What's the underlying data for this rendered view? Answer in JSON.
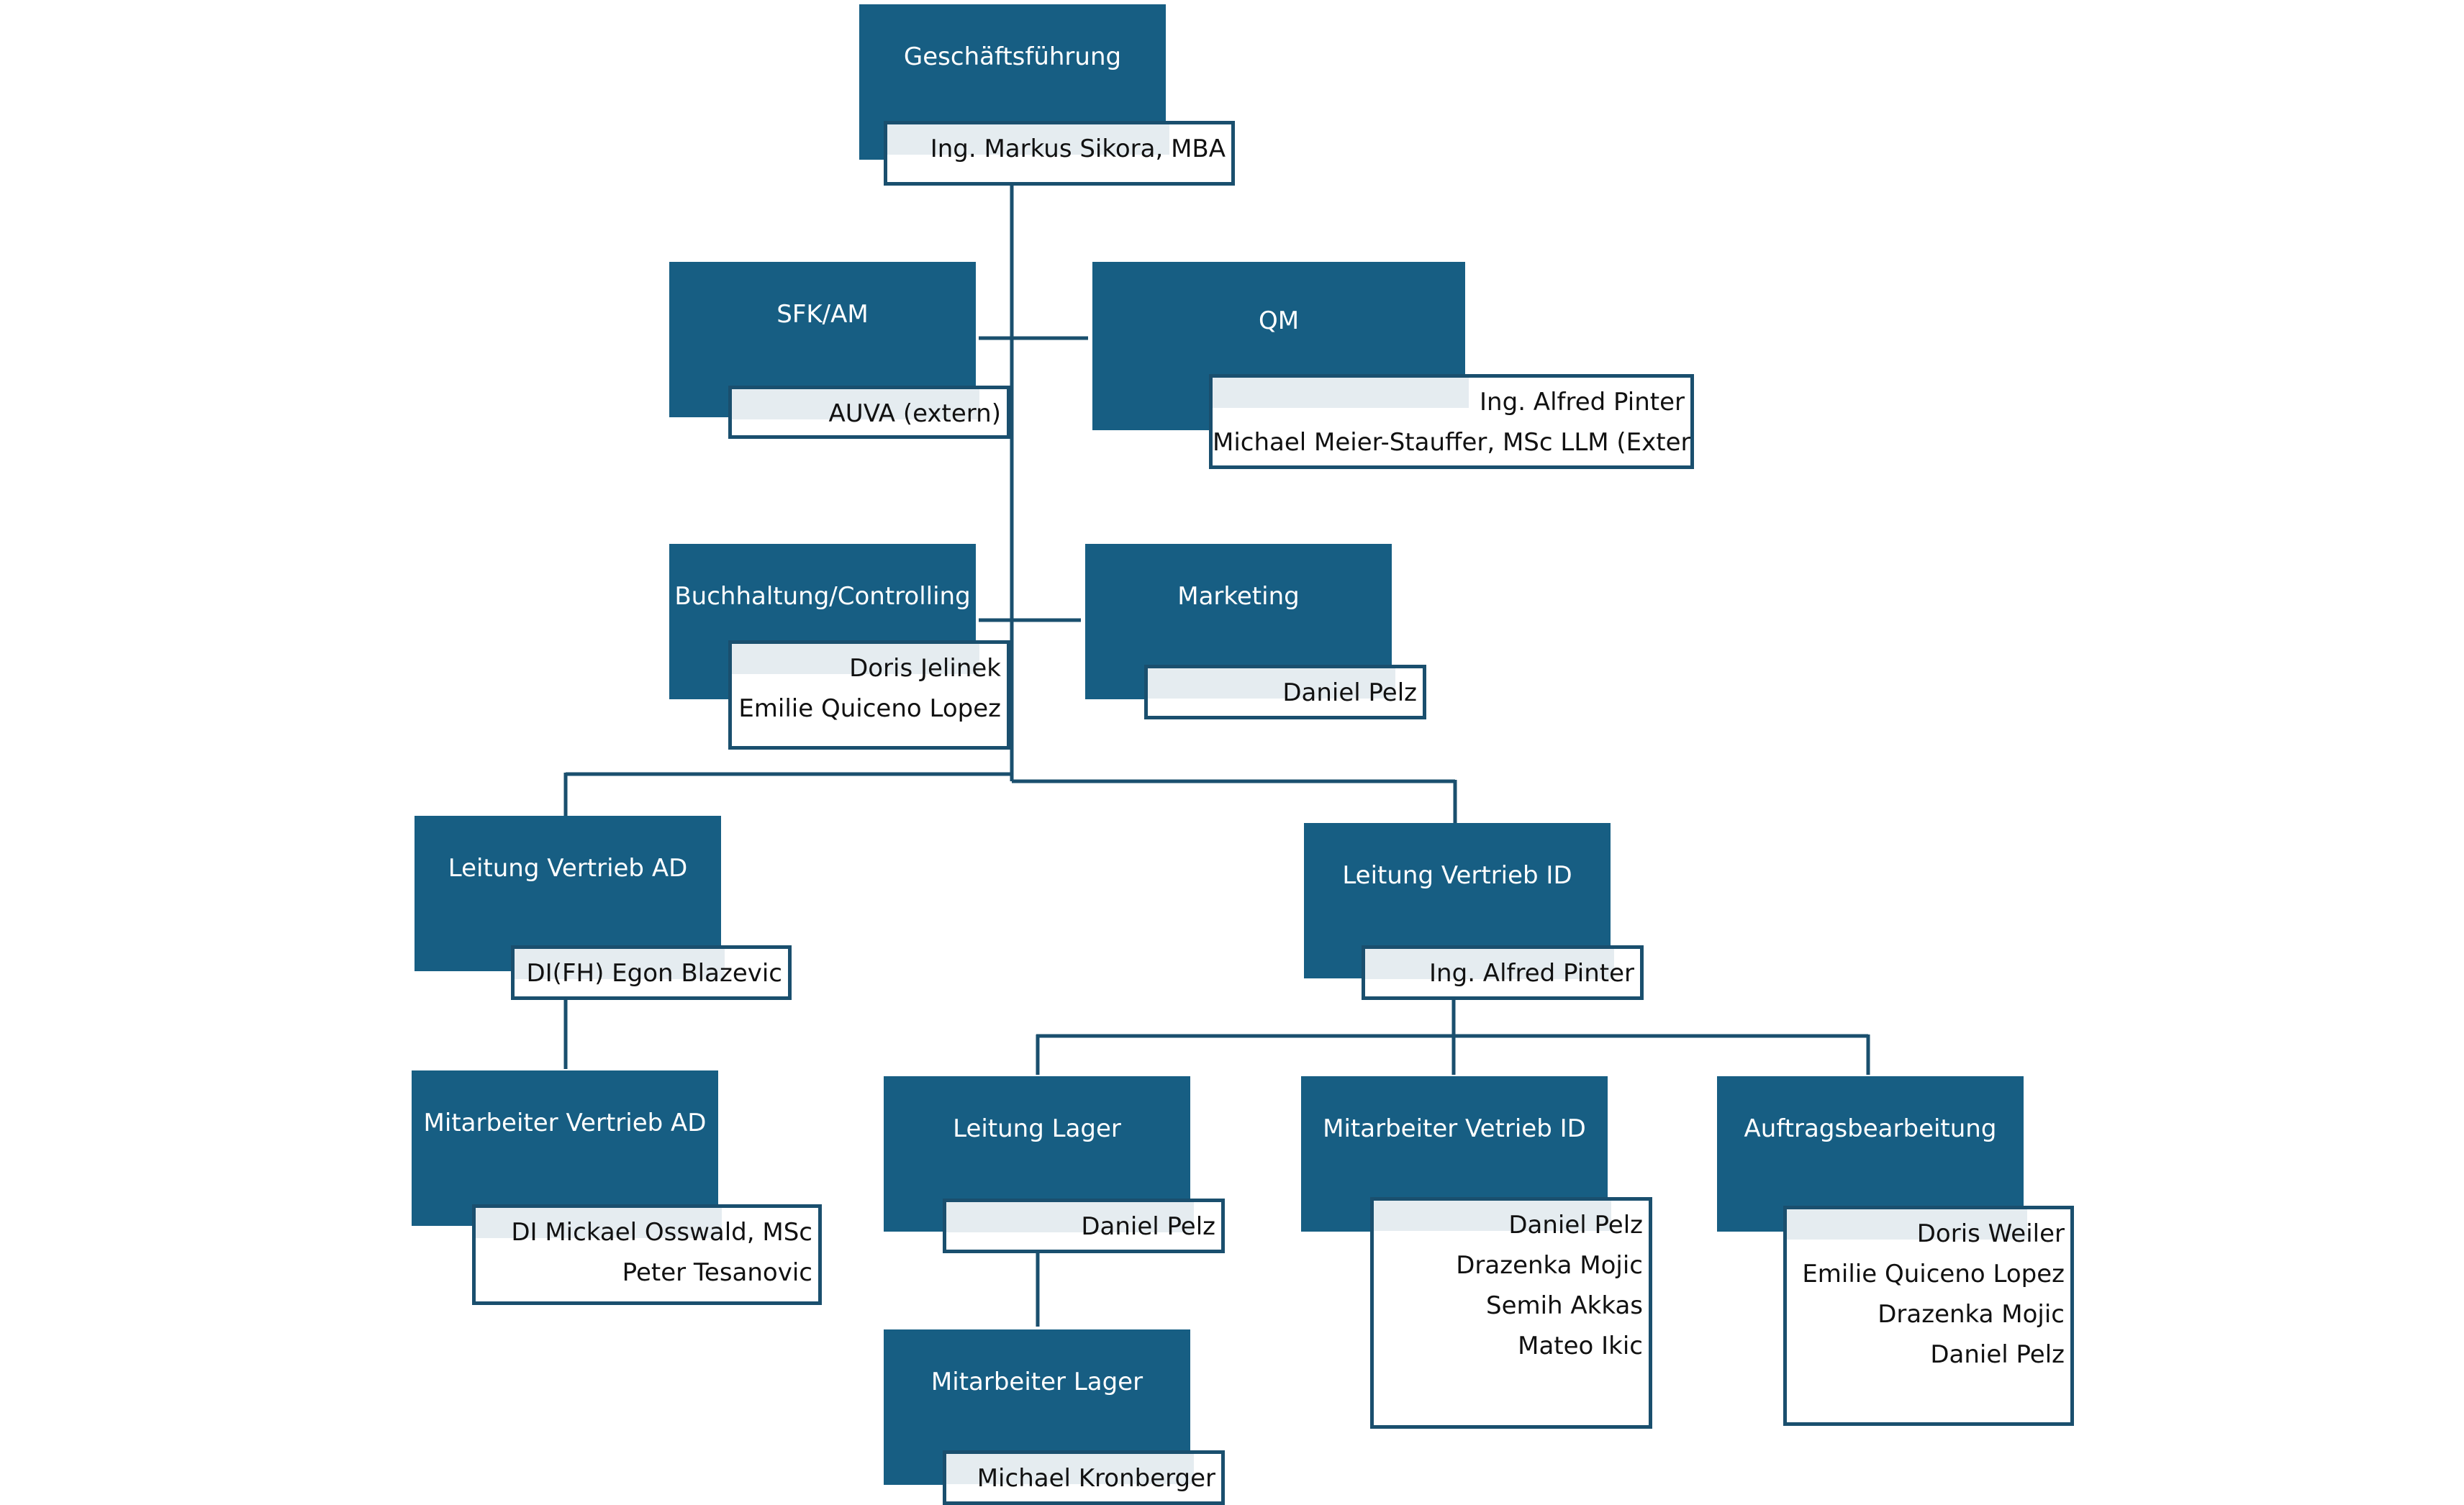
{
  "nodes": {
    "gf": {
      "title": "Geschäftsführung",
      "people": [
        "Ing. Markus Sikora, MBA"
      ]
    },
    "sfk": {
      "title": "SFK/AM",
      "people": [
        "AUVA (extern)"
      ]
    },
    "qm": {
      "title": "QM",
      "people": [
        "Ing. Alfred Pinter",
        "Michael Meier-Stauffer, MSc LLM (Extern)"
      ]
    },
    "bhc": {
      "title": "Buchhaltung/Controlling",
      "people": [
        "Doris Jelinek",
        "Emilie Quiceno Lopez"
      ]
    },
    "mkt": {
      "title": "Marketing",
      "people": [
        "Daniel Pelz"
      ]
    },
    "lad": {
      "title": "Leitung Vertrieb AD",
      "people": [
        "DI(FH) Egon Blazevic"
      ]
    },
    "lid": {
      "title": "Leitung Vertrieb ID",
      "people": [
        "Ing. Alfred Pinter"
      ]
    },
    "mad": {
      "title": "Mitarbeiter Vertrieb AD",
      "people": [
        "DI Mickael Osswald, MSc",
        "Peter Tesanovic"
      ]
    },
    "ll": {
      "title": "Leitung Lager",
      "people": [
        "Daniel Pelz"
      ]
    },
    "mid": {
      "title": "Mitarbeiter Vetrieb ID",
      "people": [
        "Daniel Pelz",
        "Drazenka Mojic",
        "Semih Akkas",
        "Mateo Ikic"
      ]
    },
    "ab": {
      "title": "Auftragsbearbeitung",
      "people": [
        "Doris Weiler",
        "Emilie Quiceno Lopez",
        "Drazenka Mojic",
        "Daniel Pelz"
      ]
    },
    "ml": {
      "title": "Mitarbeiter Lager",
      "people": [
        "Michael Kronberger"
      ]
    }
  },
  "colors": {
    "box_fill": "#175e83",
    "line": "#1a4f6e",
    "name_tint": "#e5ecf0"
  }
}
